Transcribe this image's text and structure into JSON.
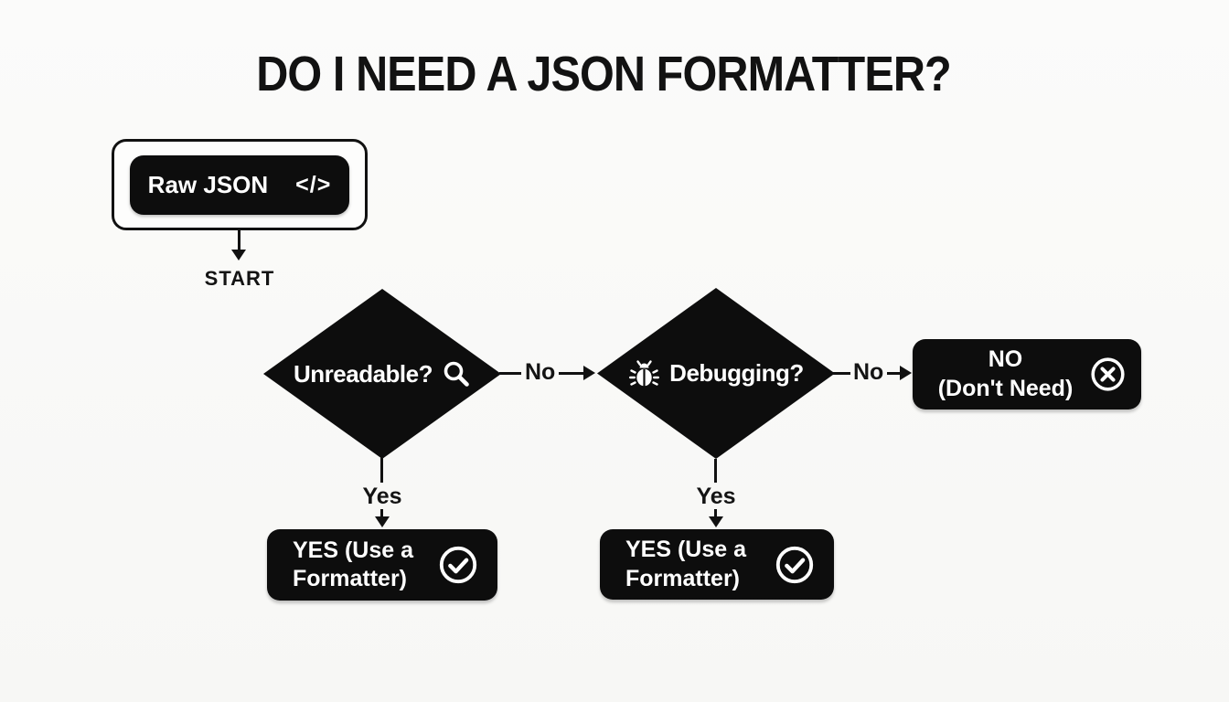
{
  "title": {
    "text": "DO I NEED A JSON FORMATTER?"
  },
  "start": {
    "box_label": "Raw JSON",
    "code_icon_glyph": "</>",
    "start_label": "START"
  },
  "decisions": {
    "unreadable": {
      "label": "Unreadable?",
      "icon": "magnifier-icon"
    },
    "debugging": {
      "label": "Debugging?",
      "icon": "bug-icon"
    }
  },
  "connectors": {
    "no_1": "No",
    "no_2": "No",
    "yes_1": "Yes",
    "yes_2": "Yes"
  },
  "outcomes": {
    "no_box": {
      "line1": "NO",
      "line2": "(Don't Need)",
      "icon": "x-circle-icon"
    },
    "yes_box_1": {
      "line1": "YES (Use a",
      "line2": "Formatter)",
      "icon": "check-circle-icon"
    },
    "yes_box_2": {
      "line1": "YES (Use a",
      "line2": "Formatter)",
      "icon": "check-circle-icon"
    }
  },
  "colors": {
    "background": "#f9f9f7",
    "node_fill": "#0d0d0d",
    "line": "#111111",
    "text_dark": "#141414",
    "text_light": "#ffffff"
  }
}
